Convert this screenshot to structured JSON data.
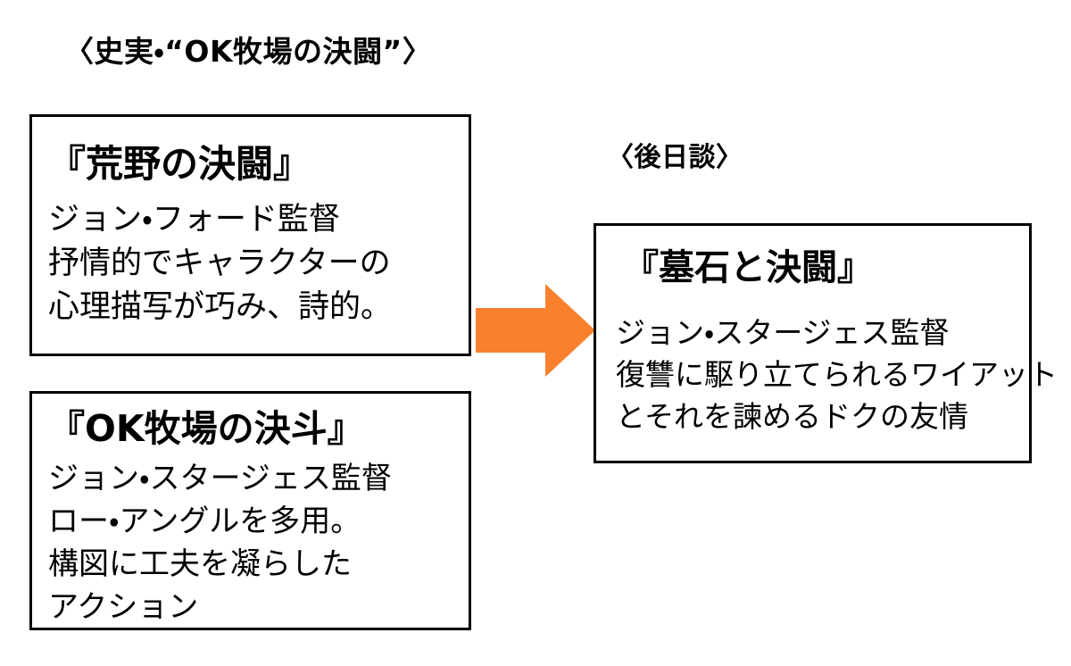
{
  "page": {
    "background_color": "#ffffff",
    "text_color": "#000000",
    "accent_color": "#f9802c"
  },
  "captions": {
    "history": "〈史実・“OK牧場の決闘”〉",
    "sequel": "〈後日談〉"
  },
  "boxes": [
    {
      "id": "my-darling-clementine",
      "title": "『荒野の決闘』",
      "lines": [
        "ジョン・フォード監督",
        "抒情的でキャラクターの",
        "心理描写が巧み、詩的。"
      ]
    },
    {
      "id": "gunfight-ok-corral",
      "title": "『OK牧場の決斗』",
      "lines": [
        "ジョン・スタージェス監督",
        "ロー・アングルを多用。",
        "構図に工夫を凝らした",
        "アクション"
      ]
    },
    {
      "id": "hour-of-the-gun",
      "title": "『墓石と決闘』",
      "lines": [
        "ジョン・スタージェス監督",
        "復讐に駆り立てられるワイアット",
        "とそれを諫めるドクの友情"
      ]
    }
  ],
  "arrow": {
    "name": "right-arrow-icon",
    "color": "#f9802c",
    "direction": "right"
  }
}
